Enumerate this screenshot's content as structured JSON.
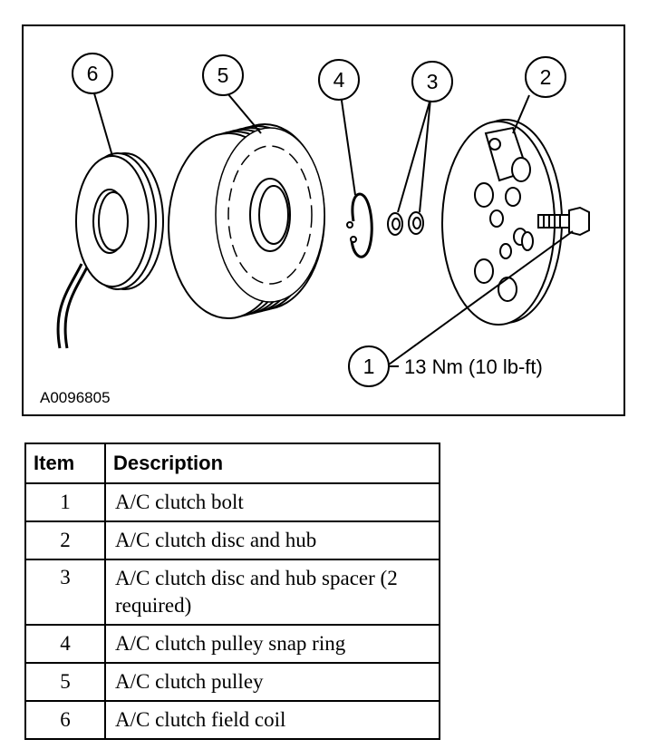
{
  "figure": {
    "id_label": "A0096805",
    "callouts": [
      "1",
      "2",
      "3",
      "4",
      "5",
      "6"
    ],
    "torque_spec": "13 Nm (10 lb-ft)"
  },
  "table": {
    "headers": {
      "item": "Item",
      "description": "Description"
    },
    "rows": [
      {
        "item": "1",
        "description": "A/C clutch bolt"
      },
      {
        "item": "2",
        "description": "A/C clutch disc and hub"
      },
      {
        "item": "3",
        "description": "A/C clutch disc and hub spacer (2 required)"
      },
      {
        "item": "4",
        "description": "A/C clutch pulley snap ring"
      },
      {
        "item": "5",
        "description": "A/C clutch pulley"
      },
      {
        "item": "6",
        "description": "A/C clutch field coil"
      }
    ]
  }
}
